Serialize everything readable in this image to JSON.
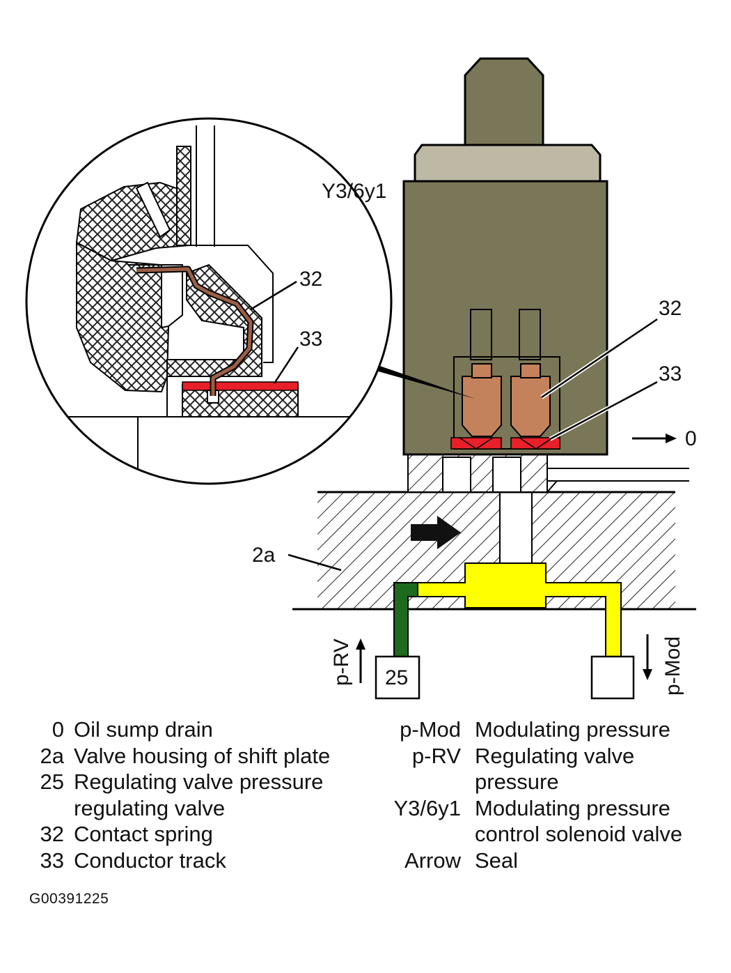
{
  "diagram": {
    "callouts": {
      "solenoid": "Y3/6y1",
      "spring_main": "32",
      "track_main": "33",
      "spring_detail": "32",
      "track_detail": "33",
      "drain": "0",
      "housing": "2a",
      "valve_box": "25",
      "p_rv": "p-RV",
      "p_mod": "p-Mod"
    },
    "colors": {
      "solenoid_body": "#7a7658",
      "solenoid_cap": "#bdb9a5",
      "piston": "#c4825c",
      "seal": "#e8202a",
      "mod_channel": "#ffff00",
      "rv_channel": "#1e6a1e",
      "outline": "#000000"
    }
  },
  "legend_left": [
    {
      "key": "0",
      "text": "Oil sump drain"
    },
    {
      "key": "2a",
      "text": "Valve housing of shift plate"
    },
    {
      "key": "25",
      "text": "Regulating valve pressure regulating valve"
    },
    {
      "key": "32",
      "text": "Contact spring"
    },
    {
      "key": "33",
      "text": "Conductor track"
    }
  ],
  "legend_right": [
    {
      "key": "p-Mod",
      "text": "Modulating pressure"
    },
    {
      "key": "p-RV",
      "text": "Regulating valve pressure"
    },
    {
      "key": "Y3/6y1",
      "text": "Modulating pressure control solenoid valve"
    },
    {
      "key": "Arrow",
      "text": "Seal"
    }
  ],
  "figure_id": "G00391225"
}
